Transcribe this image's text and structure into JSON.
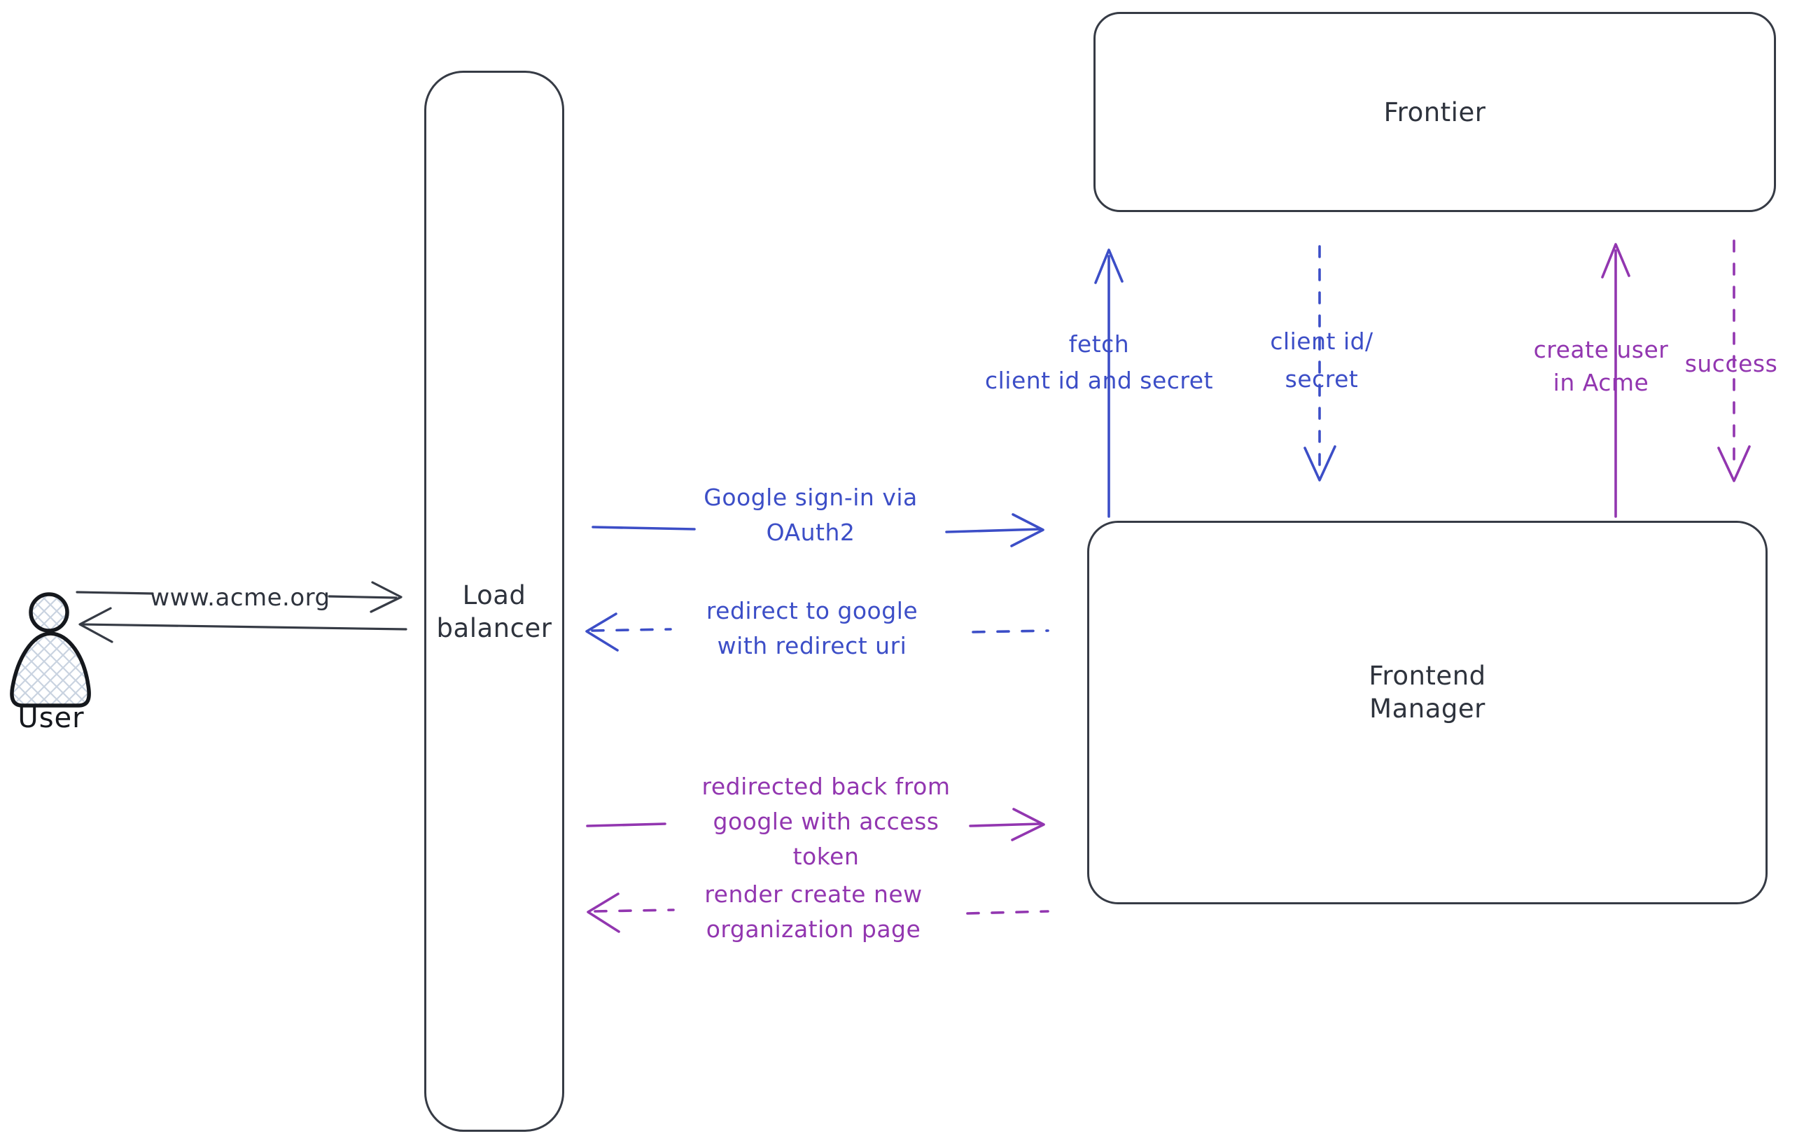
{
  "colors": {
    "dark_stroke": "#363b45",
    "blue": "#3c4ec7",
    "purple": "#9236b0",
    "hatch_fill": "#c9d3e0",
    "figure_stroke": "#15181d"
  },
  "nodes": {
    "user": {
      "label": "User",
      "kind": "actor"
    },
    "load_balancer": {
      "label": "Load\nbalancer",
      "kind": "box"
    },
    "frontier": {
      "label": "Frontier",
      "kind": "box"
    },
    "frontend_manager": {
      "label": "Frontend\nManager",
      "kind": "box"
    }
  },
  "edges": {
    "www_acme": {
      "label": "www.acme.org",
      "from": "User",
      "to": "Load balancer",
      "style": "solid",
      "color": "dark"
    },
    "return_to_user": {
      "label": "",
      "from": "Load balancer",
      "to": "User",
      "style": "solid",
      "color": "dark"
    },
    "google_signin": {
      "label": "Google sign-in via\nOAuth2",
      "from": "Load balancer",
      "to": "Frontend Manager",
      "style": "solid",
      "color": "blue"
    },
    "redirect_google": {
      "label": "redirect to google\nwith redirect uri",
      "from": "Frontend Manager",
      "to": "Load balancer",
      "style": "dashed",
      "color": "blue"
    },
    "redirected_back": {
      "label": "redirected back from\ngoogle with access\ntoken",
      "from": "Load balancer",
      "to": "Frontend Manager",
      "style": "solid",
      "color": "purple"
    },
    "render_create": {
      "label": "render create new\norganization page",
      "from": "Frontend Manager",
      "to": "Load balancer",
      "style": "dashed",
      "color": "purple"
    },
    "fetch_secret": {
      "label": "fetch\nclient id and secret",
      "from": "Frontend Manager",
      "to": "Frontier",
      "style": "solid",
      "color": "blue"
    },
    "client_id_secret": {
      "label": "client id/\nsecret",
      "from": "Frontier",
      "to": "Frontend Manager",
      "style": "dashed",
      "color": "blue"
    },
    "create_user": {
      "label": "create user\nin Acme",
      "from": "Frontend Manager",
      "to": "Frontier",
      "style": "solid",
      "color": "purple"
    },
    "success": {
      "label": "success",
      "from": "Frontier",
      "to": "Frontend Manager",
      "style": "dashed",
      "color": "purple"
    }
  }
}
